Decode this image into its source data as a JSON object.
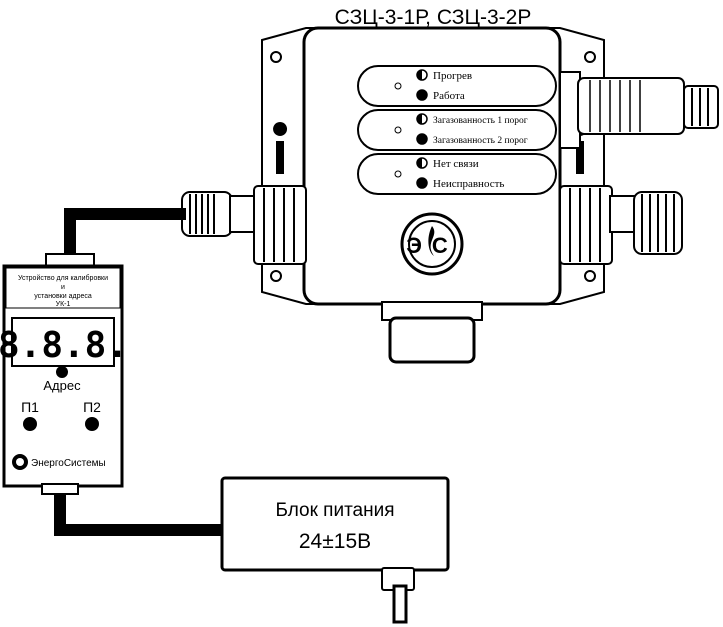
{
  "header": {
    "model_title": "СЗЦ-3-1Р, СЗЦ-3-2Р"
  },
  "sensor": {
    "indicators": [
      {
        "label": "Прогрев",
        "style": "half"
      },
      {
        "label": "Работа",
        "style": "full"
      },
      {
        "label": "Загазованность 1 порог",
        "style": "half"
      },
      {
        "label": "Загазованность 2 порог",
        "style": "full"
      },
      {
        "label": "Нет связи",
        "style": "half"
      },
      {
        "label": "Неисправность",
        "style": "full"
      }
    ],
    "logo_text": "ЭС"
  },
  "calibrator": {
    "title_lines": [
      "Устройство для калибровки",
      "и",
      "установки адреса",
      "УК-1"
    ],
    "display_value": "8.8.8.",
    "address_label": "Адрес",
    "p1_label": "П1",
    "p2_label": "П2",
    "brand": "ЭнергоСистемы"
  },
  "power_supply": {
    "title": "Блок питания",
    "voltage": "24±15В"
  },
  "colors": {
    "ink": "#000000",
    "paper": "#ffffff"
  }
}
